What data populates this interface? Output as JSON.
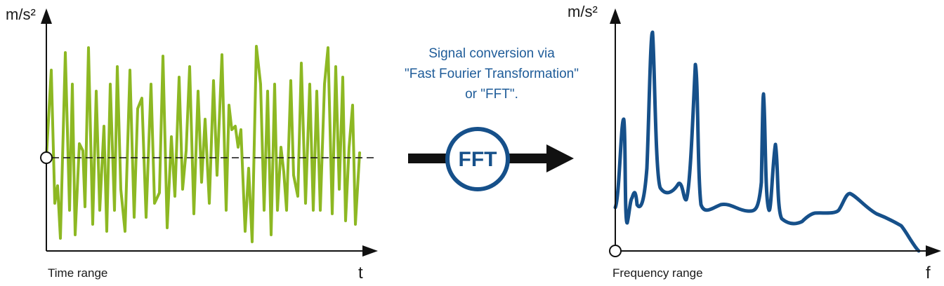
{
  "left_chart": {
    "y_unit": "m/s²",
    "x_symbol": "t",
    "caption": "Time range",
    "color": "#8db823"
  },
  "right_chart": {
    "y_unit": "m/s²",
    "x_symbol": "f",
    "caption": "Frequency range",
    "color": "#16508a"
  },
  "conversion": {
    "line1": "Signal conversion via",
    "line2": "\"Fast Fourier Transformation\"",
    "line3": "or \"FFT\".",
    "badge": "FFT",
    "color": "#1f5c99"
  }
}
